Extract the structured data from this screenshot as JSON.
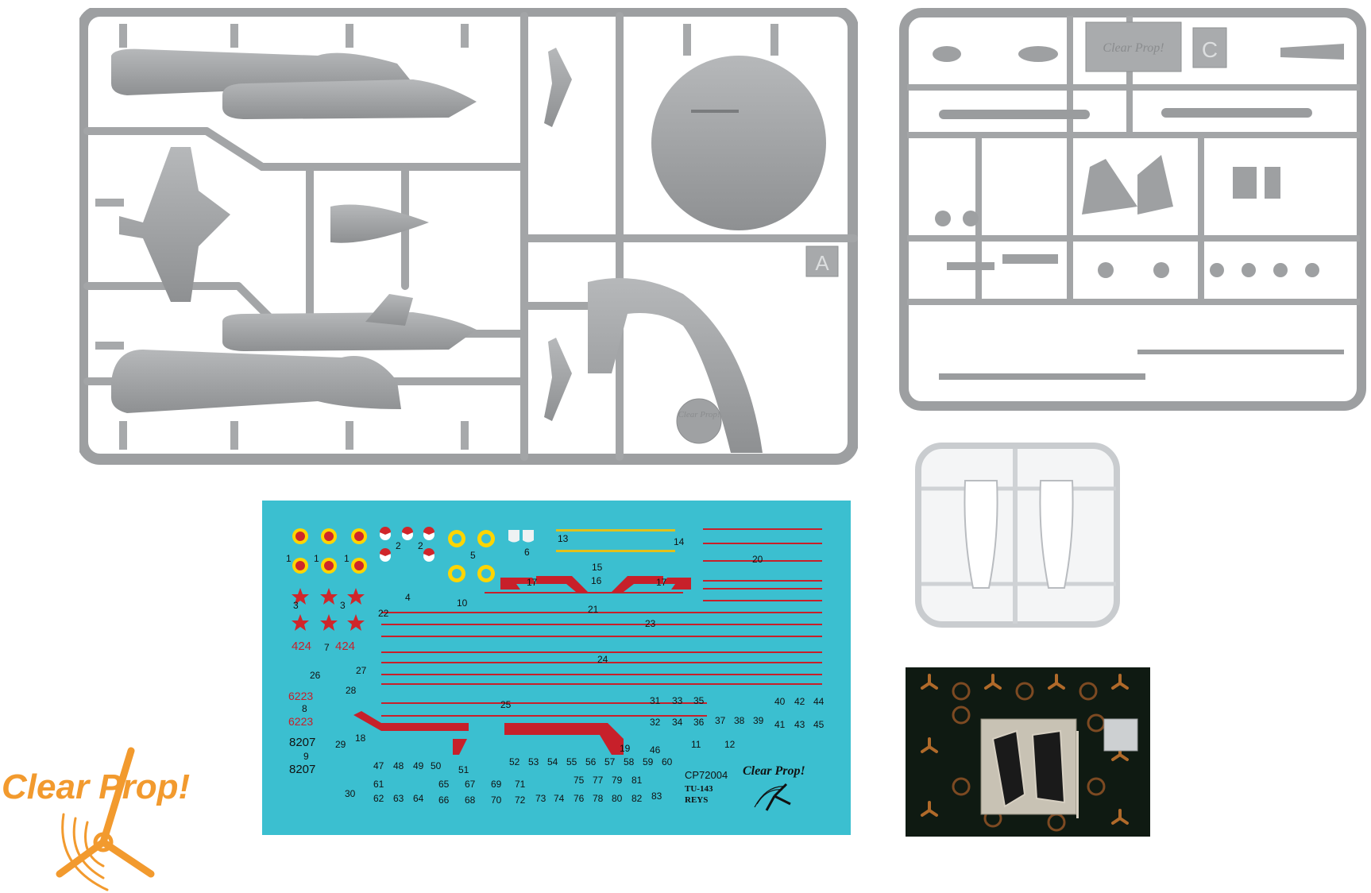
{
  "sprues": {
    "sprue_a_letter": "A",
    "sprue_c_letter": "C",
    "sprue_logo_text": "Clear Prop!",
    "plastic_color": "#a4a6a8",
    "clear_color": "#eef0f2"
  },
  "decal_sheet": {
    "background": "#3bbfd0",
    "numbers": {
      "n1": "1",
      "n2": "2",
      "n3": "3",
      "n4": "4",
      "n5": "5",
      "n6": "6",
      "n7": "7",
      "n8": "8",
      "n9": "9",
      "n10": "10",
      "n11": "11",
      "n12": "12",
      "n13": "13",
      "n14": "14",
      "n15": "15",
      "n16": "16",
      "n17": "17",
      "n18": "18",
      "n19": "19",
      "n20": "20",
      "n21": "21",
      "n22": "22",
      "n23": "23",
      "n24": "24",
      "n25": "25",
      "n26": "26",
      "n27": "27",
      "n28": "28",
      "n29": "29",
      "n30": "30",
      "n31": "31",
      "n32": "32",
      "n33": "33",
      "n34": "34",
      "n35": "35",
      "n36": "36",
      "n37": "37",
      "n38": "38",
      "n39": "39",
      "n40": "40",
      "n41": "41",
      "n42": "42",
      "n43": "43",
      "n44": "44",
      "n45": "45",
      "n46": "46",
      "n47": "47",
      "n48": "48",
      "n49": "49",
      "n50": "50",
      "n51": "51",
      "n52": "52",
      "n53": "53",
      "n54": "54",
      "n55": "55",
      "n56": "56",
      "n57": "57",
      "n58": "58",
      "n59": "59",
      "n60": "60",
      "n61": "61",
      "n62": "62",
      "n63": "63",
      "n64": "64",
      "n65": "65",
      "n66": "66",
      "n67": "67",
      "n68": "68",
      "n69": "69",
      "n70": "70",
      "n71": "71",
      "n72": "72",
      "n73": "73",
      "n74": "74",
      "n75": "75",
      "n76": "76",
      "n77": "77",
      "n78": "78",
      "n79": "79",
      "n80": "80",
      "n81": "81",
      "n82": "82",
      "n83": "83"
    },
    "tail_424": "424",
    "code_6223": "6223",
    "code_8207": "8207",
    "product_code": "CP72004",
    "model_name": "TU-143",
    "model_subname": "REYS",
    "logo_text": "Clear Prop!"
  },
  "brand_logo": {
    "text": "Clear Prop!",
    "color": "#f29a2e"
  }
}
